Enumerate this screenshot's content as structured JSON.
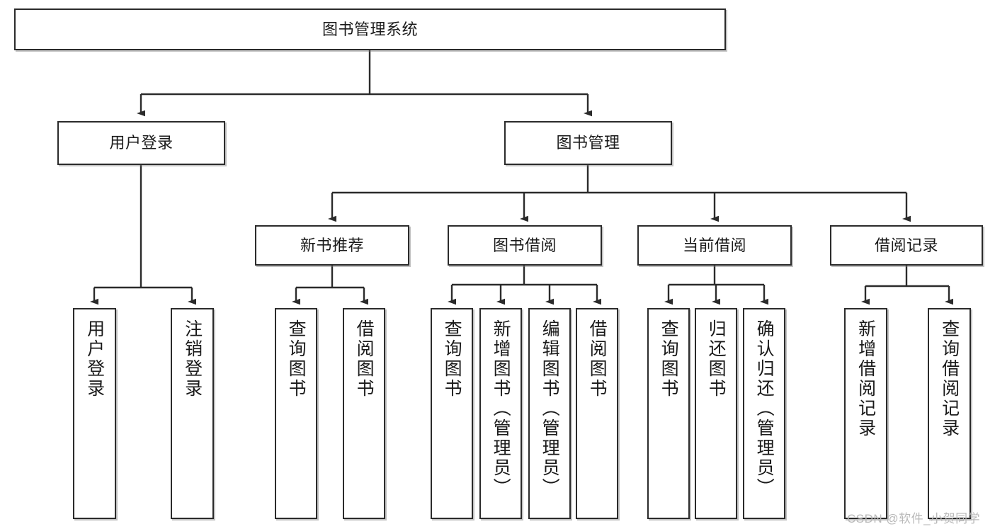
{
  "diagram": {
    "title": "图书管理系统",
    "type": "hierarchy-tree",
    "watermark": "CSDN @软件_小贺同学",
    "colors": {
      "box_border": "#2b2b2b",
      "box_fill": "#ffffff",
      "connector": "#2b2b2b",
      "watermark": "#b9b9b9",
      "background": "#ffffff"
    },
    "nodes": {
      "root": {
        "label": "图书管理系统",
        "orientation": "horizontal",
        "level": 1
      },
      "user_login": {
        "label": "用户登录",
        "orientation": "horizontal",
        "level": 2
      },
      "book_mgmt": {
        "label": "图书管理",
        "orientation": "horizontal",
        "level": 2
      },
      "new_book_rec": {
        "label": "新书推荐",
        "orientation": "horizontal",
        "level": 3
      },
      "book_borrow": {
        "label": "图书借阅",
        "orientation": "horizontal",
        "level": 3
      },
      "current_borrow": {
        "label": "当前借阅",
        "orientation": "horizontal",
        "level": 3
      },
      "borrow_record": {
        "label": "借阅记录",
        "orientation": "horizontal",
        "level": 3
      },
      "leaf_user_login": {
        "label": "用户登录",
        "orientation": "vertical",
        "level": 4
      },
      "leaf_logout": {
        "label": "注销登录",
        "orientation": "vertical",
        "level": 4
      },
      "leaf_query_book_a": {
        "label": "查询图书",
        "orientation": "vertical",
        "level": 4
      },
      "leaf_borrow_book_a": {
        "label": "借阅图书",
        "orientation": "vertical",
        "level": 4
      },
      "leaf_query_book_b": {
        "label": "查询图书",
        "orientation": "vertical",
        "level": 4
      },
      "leaf_add_book": {
        "label": "新增图书（管理员）",
        "orientation": "vertical",
        "level": 4
      },
      "leaf_edit_book": {
        "label": "编辑图书（管理员）",
        "orientation": "vertical",
        "level": 4
      },
      "leaf_borrow_book_b": {
        "label": "借阅图书",
        "orientation": "vertical",
        "level": 4
      },
      "leaf_query_book_c": {
        "label": "查询图书",
        "orientation": "vertical",
        "level": 4
      },
      "leaf_return_book": {
        "label": "归还图书",
        "orientation": "vertical",
        "level": 4
      },
      "leaf_confirm_return": {
        "label": "确认归还（管理员）",
        "orientation": "vertical",
        "level": 4
      },
      "leaf_add_record": {
        "label": "新增借阅记录",
        "orientation": "vertical",
        "level": 4
      },
      "leaf_query_record": {
        "label": "查询借阅记录",
        "orientation": "vertical",
        "level": 4
      }
    },
    "edges": [
      {
        "from": "root",
        "to": "user_login"
      },
      {
        "from": "root",
        "to": "book_mgmt"
      },
      {
        "from": "user_login",
        "to": "leaf_user_login"
      },
      {
        "from": "user_login",
        "to": "leaf_logout"
      },
      {
        "from": "book_mgmt",
        "to": "new_book_rec"
      },
      {
        "from": "book_mgmt",
        "to": "book_borrow"
      },
      {
        "from": "book_mgmt",
        "to": "current_borrow"
      },
      {
        "from": "book_mgmt",
        "to": "borrow_record"
      },
      {
        "from": "new_book_rec",
        "to": "leaf_query_book_a"
      },
      {
        "from": "new_book_rec",
        "to": "leaf_borrow_book_a"
      },
      {
        "from": "book_borrow",
        "to": "leaf_query_book_b"
      },
      {
        "from": "book_borrow",
        "to": "leaf_add_book"
      },
      {
        "from": "book_borrow",
        "to": "leaf_edit_book"
      },
      {
        "from": "book_borrow",
        "to": "leaf_borrow_book_b"
      },
      {
        "from": "current_borrow",
        "to": "leaf_query_book_c"
      },
      {
        "from": "current_borrow",
        "to": "leaf_return_book"
      },
      {
        "from": "current_borrow",
        "to": "leaf_confirm_return"
      },
      {
        "from": "borrow_record",
        "to": "leaf_add_record"
      },
      {
        "from": "borrow_record",
        "to": "leaf_query_record"
      }
    ]
  }
}
